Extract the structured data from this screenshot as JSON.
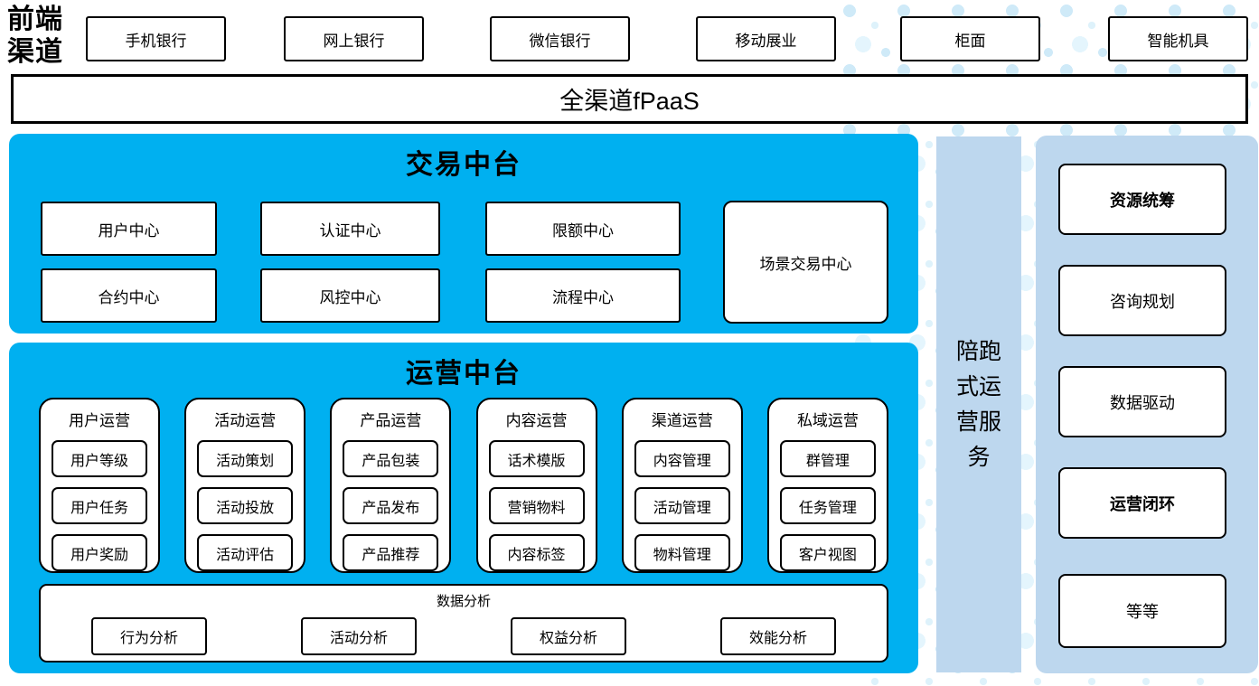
{
  "header": {
    "side_label": "前端渠道",
    "channels": [
      "手机银行",
      "网上银行",
      "微信银行",
      "移动展业",
      "柜面",
      "智能机具"
    ]
  },
  "fpaas": {
    "label": "全渠道fPaaS"
  },
  "transaction": {
    "title": "交易中台",
    "centers": [
      "用户中心",
      "认证中心",
      "限额中心",
      "合约中心",
      "风控中心",
      "流程中心"
    ],
    "scene_center": "场景交易中心"
  },
  "operation": {
    "title": "运营中台",
    "groups": [
      {
        "name": "用户运营",
        "items": [
          "用户等级",
          "用户任务",
          "用户奖励"
        ]
      },
      {
        "name": "活动运营",
        "items": [
          "活动策划",
          "活动投放",
          "活动评估"
        ]
      },
      {
        "name": "产品运营",
        "items": [
          "产品包装",
          "产品发布",
          "产品推荐"
        ]
      },
      {
        "name": "内容运营",
        "items": [
          "话术模版",
          "营销物料",
          "内容标签"
        ]
      },
      {
        "name": "渠道运营",
        "items": [
          "内容管理",
          "活动管理",
          "物料管理"
        ]
      },
      {
        "name": "私域运营",
        "items": [
          "群管理",
          "任务管理",
          "客户视图"
        ]
      }
    ],
    "analysis": {
      "title": "数据分析",
      "items": [
        "行为分析",
        "活动分析",
        "权益分析",
        "效能分析"
      ]
    }
  },
  "runner": {
    "label": "陪跑式运营服务"
  },
  "services": {
    "items": [
      {
        "label": "资源统筹"
      },
      {
        "label": "咨询规划"
      },
      {
        "label": "数据驱动"
      },
      {
        "label": "运营闭环"
      },
      {
        "label": "等等"
      }
    ]
  },
  "colors": {
    "accent_blue": "#00b0f0",
    "panel_blue": "#bdd7ee",
    "dot_blue": "#cfeaf8",
    "box_border": "#000000"
  }
}
